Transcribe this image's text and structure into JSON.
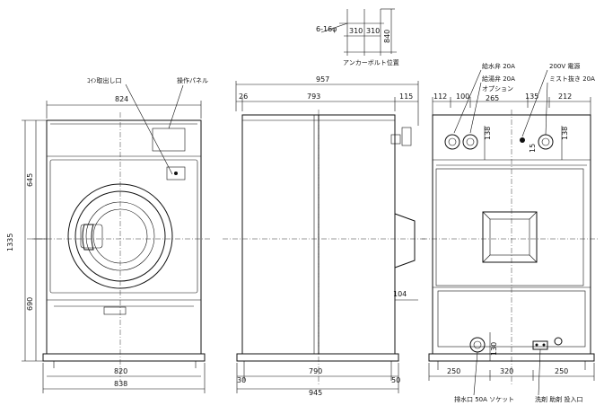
{
  "anchor": {
    "holes": "6-16φ",
    "d1": "310",
    "d2": "310",
    "h": "840",
    "caption": "アンカーボルト位置"
  },
  "front": {
    "coin_label": "ｺｲﾝ取出し口",
    "panel_label": "操作パネル",
    "width_top": "824",
    "height_total": "1335",
    "height_upper": "645",
    "height_lower": "690",
    "width_base": "820",
    "width_overall": "838"
  },
  "side": {
    "depth_total": "957",
    "d_front": "26",
    "d_body": "793",
    "d_rear": "115",
    "h_bottom": "104",
    "base_left": "30",
    "base_mid": "790",
    "base_right": "50",
    "base_total": "945"
  },
  "rear": {
    "water_supply": "給水弁 20A",
    "hot_water": "給湯弁 20A",
    "option": "オプション",
    "power": "200V 電源",
    "mist": "ミスト抜き 20A",
    "w_112": "112",
    "w_100": "100",
    "w_265": "265",
    "w_135": "135",
    "w_212": "212",
    "h_138a": "138",
    "h_138b": "138",
    "h_15": "15",
    "h_130": "130",
    "b_250a": "250",
    "b_320": "320",
    "b_250b": "250",
    "drain": "排水口 50A ソケット",
    "detergent": "洗剤 助剤 投入口"
  }
}
